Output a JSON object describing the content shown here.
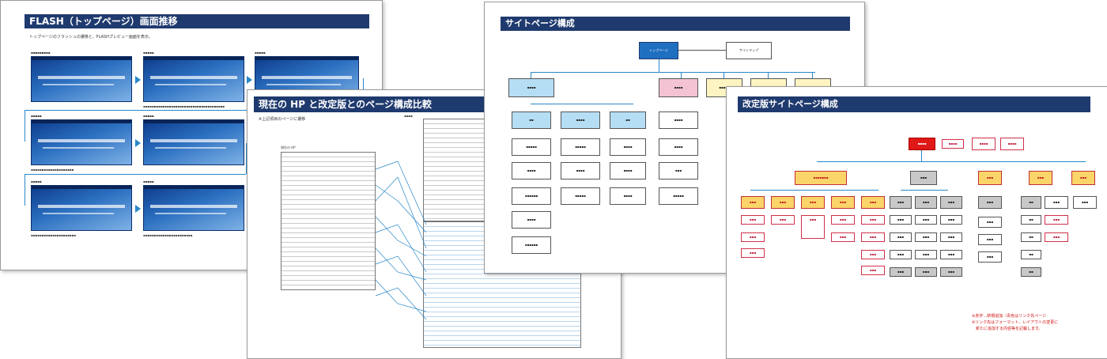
{
  "sheet1": {
    "title": "FLASH（トップページ）画面推移",
    "subtitle": "トップページのフラッシュの遷移と、FLASHプレビュー画面を表示。"
  },
  "sheet2": {
    "title": "現在の HP と改定版とのページ構成比較",
    "subtitle": "※上記項目のページに遷移",
    "table_head": "現在の HP"
  },
  "sheet3": {
    "title": "サイトページ構成",
    "top_node": "トップページ",
    "sitemap_node": "サイトマップ"
  },
  "sheet4": {
    "title": "改定版サイトページ構成",
    "note_line1": "※赤字…新規追加（青色はリンク先ページ",
    "note_line2": "※リンク先はフォーマット、レイアウトの変更に",
    "note_line3": "　新たに追加する内容等を記載します。"
  }
}
